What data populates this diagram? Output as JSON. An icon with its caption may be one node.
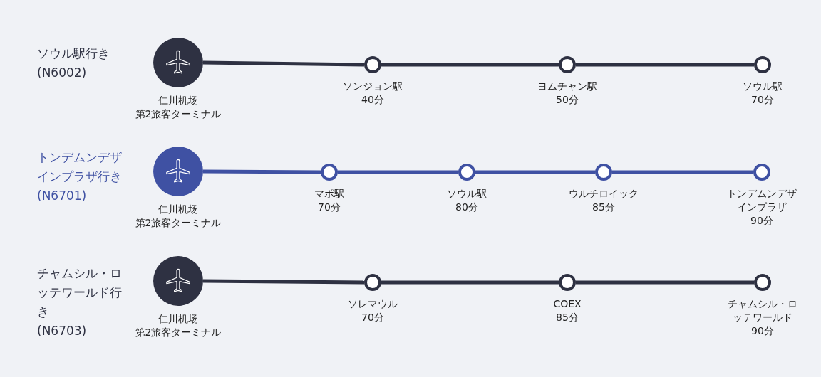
{
  "diagram": {
    "nodes": [
      {
        "text": [],
        "shape": "circle",
        "beside": [
          "仁川机场",
          "第2旅客ターミナル"
        ]
      },
      {
        "text": [],
        "shape": "circle",
        "beside": [
          "ソンジョン駅",
          "40分"
        ]
      },
      {
        "text": [],
        "shape": "circle",
        "beside": [
          "ヨムチャン駅",
          "50分"
        ]
      },
      {
        "text": [],
        "shape": "circle",
        "beside": [
          "ソウル駅",
          "70分"
        ]
      },
      {
        "text": [],
        "shape": "circle",
        "beside": [
          "仁川机场",
          "第2旅客ターミナル"
        ]
      },
      {
        "text": [],
        "shape": "circle",
        "beside": [
          "マポ駅",
          "70分"
        ]
      },
      {
        "text": [],
        "shape": "circle",
        "beside": [
          "ソウル駅",
          "80分"
        ]
      },
      {
        "text": [],
        "shape": "circle",
        "beside": [
          "ウルチロイック",
          "85分"
        ]
      },
      {
        "text": [],
        "shape": "circle",
        "beside": [
          "トンデムンデザインプラザ",
          "90分"
        ]
      },
      {
        "text": [],
        "shape": "circle",
        "beside": [
          "仁川机场",
          "第2旅客ターミナル"
        ]
      },
      {
        "text": [],
        "shape": "circle",
        "beside": [
          "ソレマウル",
          "70分"
        ]
      },
      {
        "text": [],
        "shape": "circle",
        "beside": [
          "COEX",
          "85分"
        ]
      },
      {
        "text": [],
        "shape": "circle",
        "beside": [
          "チャムシル・ロッテワールド",
          "90分"
        ]
      }
    ],
    "edges": [
      {
        "from": 0,
        "to": 1,
        "arrow": "none"
      },
      {
        "from": 1,
        "to": 2,
        "arrow": "none"
      },
      {
        "from": 2,
        "to": 3,
        "arrow": "none"
      },
      {
        "from": 4,
        "to": 5,
        "arrow": "none",
        "color": "#3f51a3"
      },
      {
        "from": 5,
        "to": 6,
        "arrow": "none",
        "color": "#3f51a3"
      },
      {
        "from": 6,
        "to": 7,
        "arrow": "none",
        "color": "#3f51a3"
      },
      {
        "from": 7,
        "to": 8,
        "arrow": "none",
        "color": "#3f51a3"
      },
      {
        "from": 9,
        "to": 10,
        "arrow": "none"
      },
      {
        "from": 10,
        "to": 11,
        "arrow": "none"
      },
      {
        "from": 11,
        "to": 12,
        "arrow": "none"
      }
    ],
    "labels": [
      "ソウル駅行き",
      "(N6002)",
      "トンデムンデザインプラザ行き",
      "(N6701)",
      "チャムシル・ロッテワールド行き",
      "(N6703)"
    ]
  }
}
